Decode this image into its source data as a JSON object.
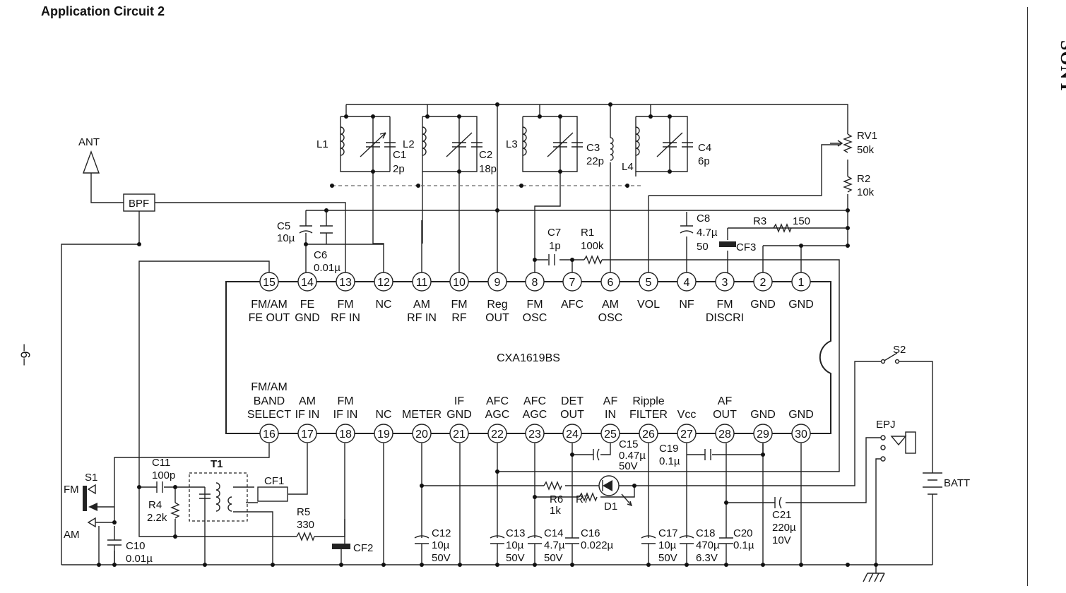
{
  "title": "Application Circuit 2",
  "brand": "SONY",
  "page_number": "–6–",
  "ic": {
    "name": "CXA1619BS"
  },
  "top_pins": [
    {
      "num": "15",
      "l1": "FM/AM",
      "l2": "FE OUT"
    },
    {
      "num": "14",
      "l1": "FE",
      "l2": "GND"
    },
    {
      "num": "13",
      "l1": "FM",
      "l2": "RF IN"
    },
    {
      "num": "12",
      "l1": "NC",
      "l2": ""
    },
    {
      "num": "11",
      "l1": "AM",
      "l2": "RF IN"
    },
    {
      "num": "10",
      "l1": "FM",
      "l2": "RF"
    },
    {
      "num": "9",
      "l1": "Reg",
      "l2": "OUT"
    },
    {
      "num": "8",
      "l1": "FM",
      "l2": "OSC"
    },
    {
      "num": "7",
      "l1": "AFC",
      "l2": ""
    },
    {
      "num": "6",
      "l1": "AM",
      "l2": "OSC"
    },
    {
      "num": "5",
      "l1": "VOL",
      "l2": ""
    },
    {
      "num": "4",
      "l1": "NF",
      "l2": ""
    },
    {
      "num": "3",
      "l1": "FM",
      "l2": "DISCRI"
    },
    {
      "num": "2",
      "l1": "GND",
      "l2": ""
    },
    {
      "num": "1",
      "l1": "GND",
      "l2": ""
    }
  ],
  "bottom_pins": [
    {
      "num": "16",
      "l1": "FM/AM",
      "l2": "BAND",
      "l3": "SELECT"
    },
    {
      "num": "17",
      "l1": "",
      "l2": "AM",
      "l3": "IF IN"
    },
    {
      "num": "18",
      "l1": "",
      "l2": "FM",
      "l3": "IF IN"
    },
    {
      "num": "19",
      "l1": "",
      "l2": "",
      "l3": "NC"
    },
    {
      "num": "20",
      "l1": "",
      "l2": "",
      "l3": "METER"
    },
    {
      "num": "21",
      "l1": "",
      "l2": "IF",
      "l3": "GND"
    },
    {
      "num": "22",
      "l1": "",
      "l2": "AFC",
      "l3": "AGC"
    },
    {
      "num": "23",
      "l1": "",
      "l2": "AFC",
      "l3": "AGC"
    },
    {
      "num": "24",
      "l1": "",
      "l2": "DET",
      "l3": "OUT"
    },
    {
      "num": "25",
      "l1": "",
      "l2": "AF",
      "l3": "IN"
    },
    {
      "num": "26",
      "l1": "",
      "l2": "Ripple",
      "l3": "FILTER"
    },
    {
      "num": "27",
      "l1": "",
      "l2": "",
      "l3": "Vcc"
    },
    {
      "num": "28",
      "l1": "",
      "l2": "AF",
      "l3": "OUT"
    },
    {
      "num": "29",
      "l1": "",
      "l2": "",
      "l3": "GND"
    },
    {
      "num": "30",
      "l1": "",
      "l2": "",
      "l3": "GND"
    }
  ],
  "components": {
    "ant": "ANT",
    "bpf": "BPF",
    "L1": "L1",
    "L2": "L2",
    "L3": "L3",
    "L4": "L4",
    "C1": "C1",
    "C1v": "2p",
    "C2": "C2",
    "C2v": "18p",
    "C3": "C3",
    "C3v": "22p",
    "C4": "C4",
    "C4v": "6p",
    "C5": "C5",
    "C5v": "10µ",
    "C6": "C6",
    "C6v": "0.01µ",
    "C7": "C7",
    "C7v": "1p",
    "R1": "R1",
    "R1v": "100k",
    "C8": "C8",
    "C8v1": "4.7µ",
    "C8v2": "50",
    "R3": "R3",
    "R3v": "150",
    "CF3": "CF3",
    "RV1": "RV1",
    "RV1v": "50k",
    "R2": "R2",
    "R2v": "10k",
    "S2": "S2",
    "EPJ": "EPJ",
    "BATT": "BATT",
    "S1": "S1",
    "S1fm": "FM",
    "S1am": "AM",
    "C10": "C10",
    "C10v": "0.01µ",
    "C11": "C11",
    "C11v": "100p",
    "R4": "R4",
    "R4v": "2.2k",
    "T1": "T1",
    "CF1": "CF1",
    "R5": "R5",
    "R5v": "330",
    "CF2": "CF2",
    "C12": "C12",
    "C12v1": "10µ",
    "C12v2": "50V",
    "C13": "C13",
    "C13v1": "10µ",
    "C13v2": "50V",
    "C14": "C14",
    "C14v1": "4.7µ",
    "C14v2": "50V",
    "C16": "C16",
    "C16v": "0.022µ",
    "R6": "R6",
    "R6v": "1k",
    "R7": "R7",
    "D1": "D1",
    "C15": "C15",
    "C15v1": "0.47µ",
    "C15v2": "50V",
    "C19": "C19",
    "C19v": "0.1µ",
    "C17": "C17",
    "C17v1": "10µ",
    "C17v2": "50V",
    "C18": "C18",
    "C18v1": "470µ",
    "C18v2": "6.3V",
    "C20": "C20",
    "C20v": "0.1µ",
    "C21": "C21",
    "C21v1": "220µ",
    "C21v2": "10V"
  }
}
